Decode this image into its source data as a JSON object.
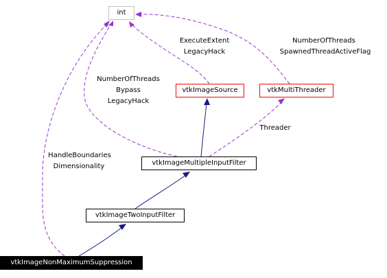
{
  "nodes": {
    "int": "int",
    "image_source": "vtkImageSource",
    "multi_threader": "vtkMultiThreader",
    "multiple_input_filter": "vtkImageMultipleInputFilter",
    "two_input_filter": "vtkImageTwoInputFilter",
    "non_max_suppression": "vtkImageNonMaximumSuppression"
  },
  "labels": {
    "source_to_int": [
      "ExecuteExtent",
      "LegacyHack"
    ],
    "threader_to_int": [
      "NumberOfThreads",
      "SpawnedThreadActiveFlag"
    ],
    "mif_to_int": [
      "NumberOfThreads",
      "Bypass",
      "LegacyHack"
    ],
    "threader_member": "Threader",
    "nms_to_int": [
      "HandleBoundaries",
      "Dimensionality"
    ]
  },
  "colors": {
    "inheritance_edge": "#1a1a80",
    "usage_edge": "#9a32cd",
    "highlight_node_bg": "#000000",
    "highlight_node_text": "#ffffff",
    "red_node_border": "#ff0000",
    "int_node_border": "#bfbfbf"
  }
}
